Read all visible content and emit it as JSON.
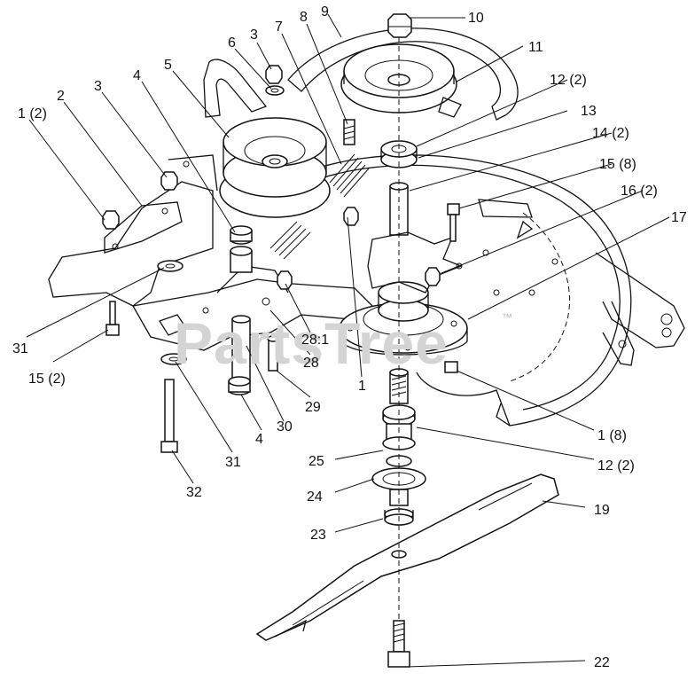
{
  "watermark": {
    "text": "PartsTree",
    "mark": "™"
  },
  "callouts": [
    {
      "id": "c-1-2",
      "text": "1 (2)"
    },
    {
      "id": "c-2",
      "text": "2"
    },
    {
      "id": "c-3a",
      "text": "3"
    },
    {
      "id": "c-4a",
      "text": "4"
    },
    {
      "id": "c-5",
      "text": "5"
    },
    {
      "id": "c-6",
      "text": "6"
    },
    {
      "id": "c-3b",
      "text": "3"
    },
    {
      "id": "c-7",
      "text": "7"
    },
    {
      "id": "c-8",
      "text": "8"
    },
    {
      "id": "c-9",
      "text": "9"
    },
    {
      "id": "c-10",
      "text": "10"
    },
    {
      "id": "c-11",
      "text": "11"
    },
    {
      "id": "c-12-2a",
      "text": "12 (2)"
    },
    {
      "id": "c-13",
      "text": "13"
    },
    {
      "id": "c-14-2",
      "text": "14 (2)"
    },
    {
      "id": "c-15-8",
      "text": "15 (8)"
    },
    {
      "id": "c-16-2",
      "text": "16 (2)"
    },
    {
      "id": "c-17",
      "text": "17"
    },
    {
      "id": "c-31a",
      "text": "31"
    },
    {
      "id": "c-15-2",
      "text": "15 (2)"
    },
    {
      "id": "c-28-1",
      "text": "28:1"
    },
    {
      "id": "c-28",
      "text": "28"
    },
    {
      "id": "c-1",
      "text": "1"
    },
    {
      "id": "c-29",
      "text": "29"
    },
    {
      "id": "c-30",
      "text": "30"
    },
    {
      "id": "c-4b",
      "text": "4"
    },
    {
      "id": "c-31b",
      "text": "31"
    },
    {
      "id": "c-1-8",
      "text": "1 (8)"
    },
    {
      "id": "c-12-2b",
      "text": "12 (2)"
    },
    {
      "id": "c-32",
      "text": "32"
    },
    {
      "id": "c-25",
      "text": "25"
    },
    {
      "id": "c-24",
      "text": "24"
    },
    {
      "id": "c-19",
      "text": "19"
    },
    {
      "id": "c-23",
      "text": "23"
    },
    {
      "id": "c-22",
      "text": "22"
    }
  ]
}
